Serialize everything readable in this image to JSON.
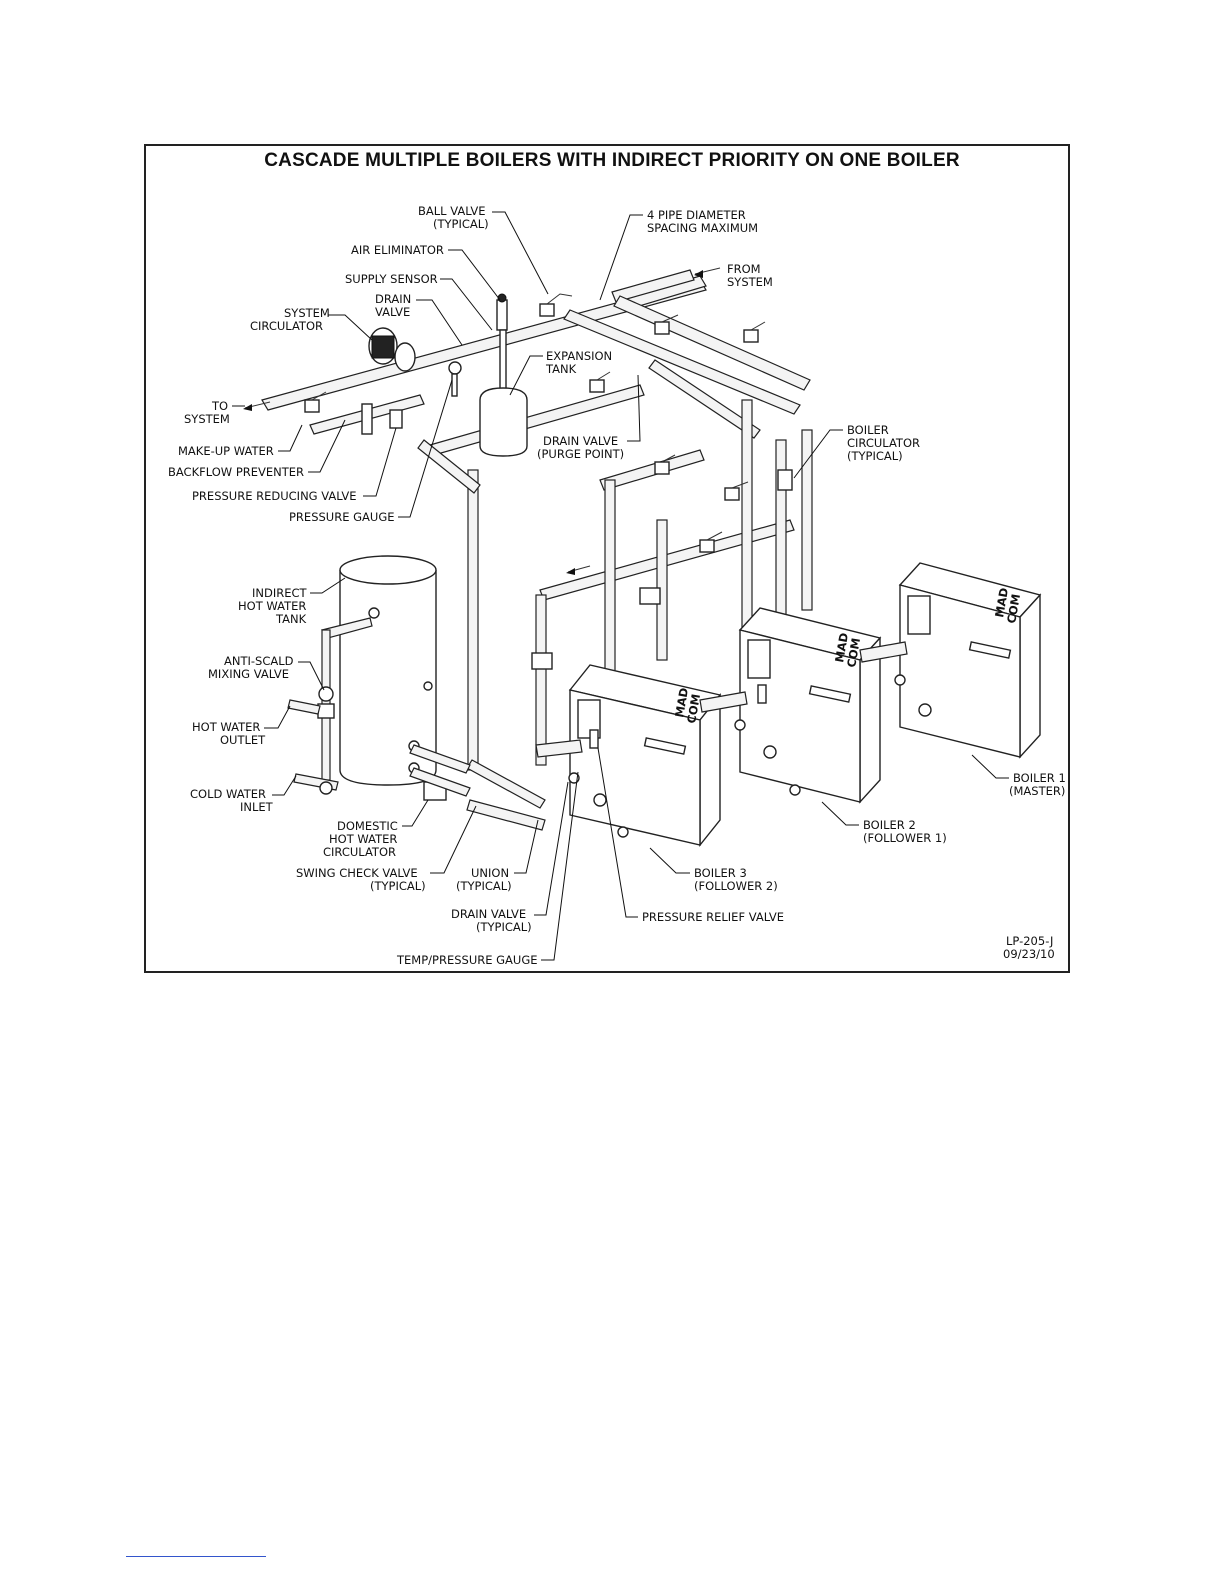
{
  "diagram": {
    "title": "CASCADE MULTIPLE BOILERS WITH INDIRECT PRIORITY ON ONE BOILER",
    "drawing_number": "LP-205-J",
    "drawing_date": "09/23/10",
    "labels": {
      "ball_valve": [
        "BALL VALVE",
        "(TYPICAL)"
      ],
      "pipe_spacing": [
        "4 PIPE DIAMETER",
        "SPACING MAXIMUM"
      ],
      "air_eliminator": [
        "AIR ELIMINATOR"
      ],
      "supply_sensor": [
        "SUPPLY SENSOR"
      ],
      "from_system": [
        "FROM",
        "SYSTEM"
      ],
      "system_circulator": [
        "SYSTEM",
        "CIRCULATOR"
      ],
      "drain_valve_top": [
        "DRAIN",
        "VALVE"
      ],
      "expansion_tank": [
        "EXPANSION",
        "TANK"
      ],
      "to_system": [
        "TO",
        "SYSTEM"
      ],
      "make_up_water": [
        "MAKE-UP WATER"
      ],
      "backflow_preventer": [
        "BACKFLOW PREVENTER"
      ],
      "drain_valve_purge": [
        "DRAIN VALVE",
        "(PURGE POINT)"
      ],
      "boiler_circulator": [
        "BOILER",
        "CIRCULATOR",
        "(TYPICAL)"
      ],
      "pressure_reducing_valve": [
        "PRESSURE REDUCING VALVE"
      ],
      "pressure_gauge": [
        "PRESSURE GAUGE"
      ],
      "indirect_tank": [
        "INDIRECT",
        "HOT WATER",
        "TANK"
      ],
      "anti_scald": [
        "ANTI-SCALD",
        "MIXING VALVE"
      ],
      "hot_water_outlet": [
        "HOT WATER",
        "OUTLET"
      ],
      "cold_water_inlet": [
        "COLD WATER",
        "INLET"
      ],
      "domestic_circulator": [
        "DOMESTIC",
        "HOT WATER",
        "CIRCULATOR"
      ],
      "swing_check": [
        "SWING CHECK VALVE",
        "(TYPICAL)"
      ],
      "union": [
        "UNION",
        "(TYPICAL)"
      ],
      "drain_valve_typical": [
        "DRAIN VALVE",
        "(TYPICAL)"
      ],
      "temp_pressure_gauge": [
        "TEMP/PRESSURE GAUGE"
      ],
      "pressure_relief_valve": [
        "PRESSURE RELIEF VALVE"
      ],
      "boiler1": [
        "BOILER 1",
        "(MASTER)"
      ],
      "boiler2": [
        "BOILER 2",
        "(FOLLOWER 1)"
      ],
      "boiler3": [
        "BOILER 3",
        "(FOLLOWER 2)"
      ]
    },
    "boiler_brand": [
      "MAD",
      "COM"
    ]
  }
}
